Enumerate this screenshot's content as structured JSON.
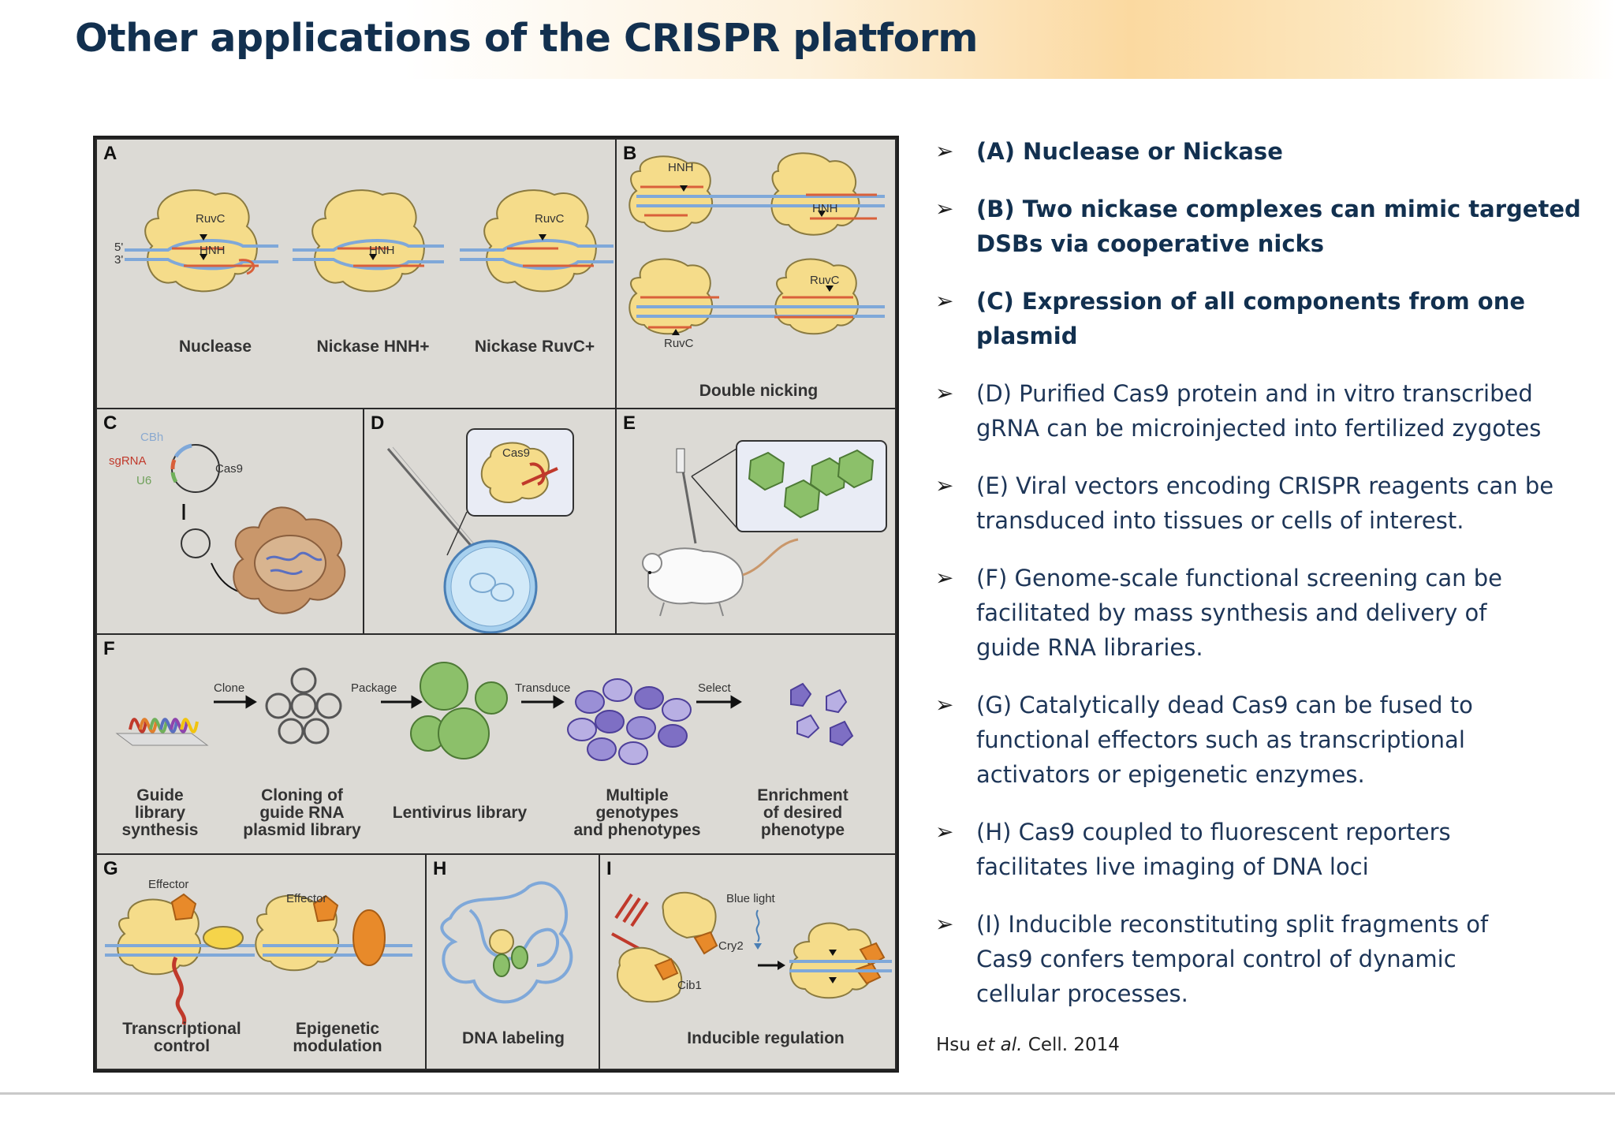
{
  "slide": {
    "title": "Other applications of the CRISPR platform"
  },
  "figure": {
    "panels": {
      "A": {
        "label": "A",
        "captions": [
          "Nuclease",
          "Nickase HNH+",
          "Nickase RuvC+"
        ],
        "tags": [
          "RuvC",
          "HNH",
          "HNH",
          "RuvC"
        ],
        "strand_5": "5'",
        "strand_3": "3'"
      },
      "B": {
        "label": "B",
        "caption": "Double nicking",
        "tags": [
          "HNH",
          "HNH",
          "RuvC",
          "RuvC"
        ]
      },
      "C": {
        "label": "C",
        "tags": [
          "CBh",
          "sgRNA",
          "U6",
          "Cas9"
        ]
      },
      "D": {
        "label": "D",
        "tag": "Cas9"
      },
      "E": {
        "label": "E"
      },
      "F": {
        "label": "F",
        "arrows": [
          "Clone",
          "Package",
          "Transduce",
          "Select"
        ],
        "captions": [
          "Guide\nlibrary\nsynthesis",
          "Cloning of\nguide RNA\nplasmid library",
          "Lentivirus library",
          "Multiple\ngenotypes\nand phenotypes",
          "Enrichment\nof desired\nphenotype"
        ]
      },
      "G": {
        "label": "G",
        "captions": [
          "Transcriptional\ncontrol",
          "Epigenetic\nmodulation"
        ],
        "tags": [
          "Effector",
          "Effector"
        ]
      },
      "H": {
        "label": "H",
        "caption": "DNA labeling"
      },
      "I": {
        "label": "I",
        "caption": "Inducible regulation",
        "tags": [
          "Blue light",
          "Cry2",
          "Cib1"
        ]
      }
    },
    "colors": {
      "protein": "#f5dc8a",
      "dna": "#7fa8d9",
      "rna": "#d9603a",
      "cell": "#c9976b",
      "virus": "#8cc06a",
      "screen": "#7e6fc4"
    }
  },
  "bullets": [
    {
      "arrow": "➢",
      "lines": [
        "(A) Nuclease or Nickase"
      ],
      "bold": true
    },
    {
      "arrow": "➢",
      "lines": [
        "(B) Two nickase complexes can mimic targeted",
        "DSBs via cooperative nicks"
      ],
      "bold": true
    },
    {
      "arrow": "➢",
      "lines": [
        "(C) Expression of all components from one",
        "plasmid"
      ],
      "bold": true
    },
    {
      "arrow": "➢",
      "lines": [
        "(D) Purified Cas9 protein and in vitro transcribed",
        "gRNA can be microinjected into fertilized zygotes"
      ],
      "bold": false
    },
    {
      "arrow": "➢",
      "lines": [
        "(E) Viral vectors encoding CRISPR reagents can be",
        "transduced into tissues or cells of interest."
      ],
      "bold": false
    },
    {
      "arrow": "➢",
      "lines": [
        "(F) Genome-scale functional screening can be",
        "facilitated by mass synthesis and delivery of",
        "guide RNA libraries."
      ],
      "bold": false
    },
    {
      "arrow": "➢",
      "lines": [
        "(G) Catalytically dead Cas9 can be fused to",
        "functional effectors such as transcriptional",
        "activators or epigenetic enzymes."
      ],
      "bold": false
    },
    {
      "arrow": "➢",
      "lines": [
        "(H) Cas9 coupled to fluorescent reporters",
        "facilitates live imaging of DNA loci"
      ],
      "bold": false
    },
    {
      "arrow": "➢",
      "lines": [
        "(I) Inducible reconstituting split fragments of",
        "Cas9 confers temporal control of dynamic",
        "cellular processes."
      ],
      "bold": false
    }
  ],
  "citation": {
    "author": "Hsu",
    "etal": "et al.",
    "journal": "Cell. 2014"
  }
}
